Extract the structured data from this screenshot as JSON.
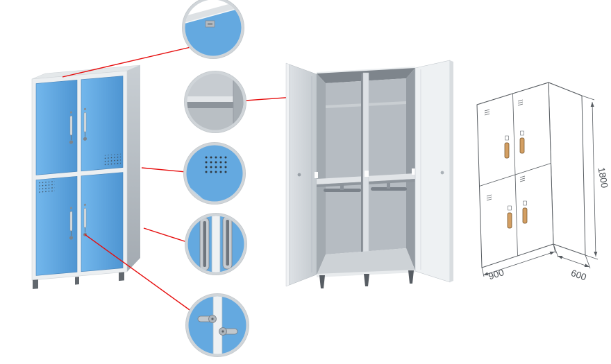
{
  "colors": {
    "background": "#ffffff",
    "door_blue_light": "#73b7ec",
    "door_blue_dark": "#4e95d2",
    "detail_blue": "#64a9e0",
    "frame_gray": "#eceff1",
    "callout_red": "#e60d0d",
    "ring_gray": "#d0d5d9",
    "sketch_line": "#575c61",
    "sketch_handle": "#d39f63"
  },
  "details": [
    {
      "name": "top-corner-hinge-detail"
    },
    {
      "name": "interior-shelf-detail"
    },
    {
      "name": "ventilation-holes-detail"
    },
    {
      "name": "door-edge-rails-detail"
    },
    {
      "name": "lock-latch-detail"
    }
  ],
  "dimensions": {
    "height_mm": "1800",
    "width_mm": "900",
    "depth_mm": "600"
  }
}
